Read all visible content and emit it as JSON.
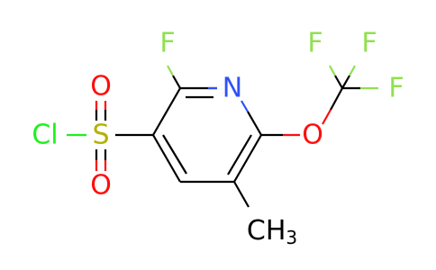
{
  "molecule": {
    "colors": {
      "carbon": "#000000",
      "fluorine": "#90e050",
      "nitrogen": "#3050f8",
      "oxygen": "#ff0d0d",
      "sulfur": "#b2b200",
      "chlorine": "#1ff01f"
    },
    "atoms": {
      "f_ring": "F",
      "n_ring": "N",
      "f_cf3_a": "F",
      "f_cf3_b": "F",
      "f_cf3_c": "F",
      "o_ether": "O",
      "cl": "Cl",
      "s": "S",
      "o_sulfonyl_top": "O",
      "o_sulfonyl_bottom": "O",
      "methyl_main": "CH",
      "methyl_sub": "3"
    }
  }
}
